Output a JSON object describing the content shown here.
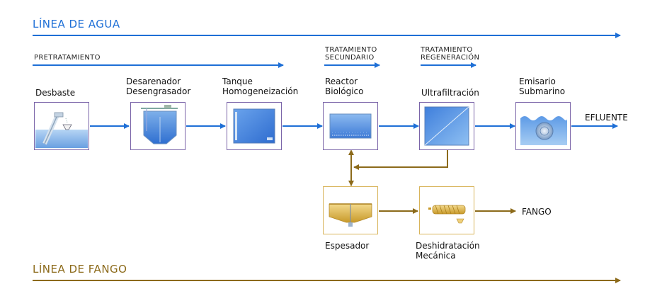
{
  "water_line": {
    "title": "LÍNEA DE AGUA",
    "color": "#1e6fd6"
  },
  "sludge_line": {
    "title": "LÍNEA DE FANGO",
    "color": "#8c6a1a"
  },
  "sections": {
    "pretratamiento": "PRETRATAMIENTO",
    "secundario": [
      "TRATAMIENTO",
      "SECUNDARIO"
    ],
    "regeneracion": [
      "TRATAMIENTO",
      "REGENERACIÓN"
    ]
  },
  "stages": {
    "desbaste": [
      "Desbaste"
    ],
    "desarenador": [
      "Desarenador",
      "Desengrasador"
    ],
    "tanque": [
      "Tanque",
      "Homogeneización"
    ],
    "reactor": [
      "Reactor",
      "Biológico"
    ],
    "ultrafiltracion": [
      "Ultrafiltración"
    ],
    "emisario": [
      "Emisario",
      "Submarino"
    ],
    "espesador": [
      "Espesador"
    ],
    "deshidratacion": [
      "Deshidratación",
      "Mecánica"
    ]
  },
  "outputs": {
    "efluente": "EFLUENTE",
    "fango": "FANGO"
  },
  "icons": {
    "desbaste": "screen-rake-icon",
    "desarenador": "grit-chamber-icon",
    "tanque": "equalization-tank-icon",
    "reactor": "bioreactor-icon",
    "ultrafiltracion": "membrane-icon",
    "emisario": "outfall-icon",
    "espesador": "thickener-icon",
    "deshidratacion": "screw-press-icon"
  },
  "colors": {
    "water_arrow": "#1e6fd6",
    "sludge_arrow": "#8c6a1a",
    "box_border_water": "#7a64a8",
    "box_border_sludge": "#d8b45a"
  }
}
